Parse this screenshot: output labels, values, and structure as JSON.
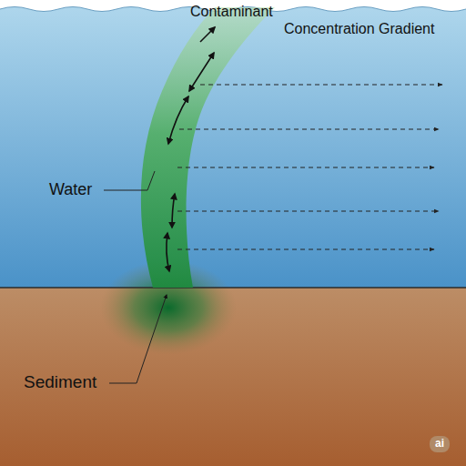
{
  "diagram": {
    "labels": [
      "Contaminant",
      "Concentration Gradient",
      "Water",
      "Sediment",
      "ai"
    ]
  }
}
